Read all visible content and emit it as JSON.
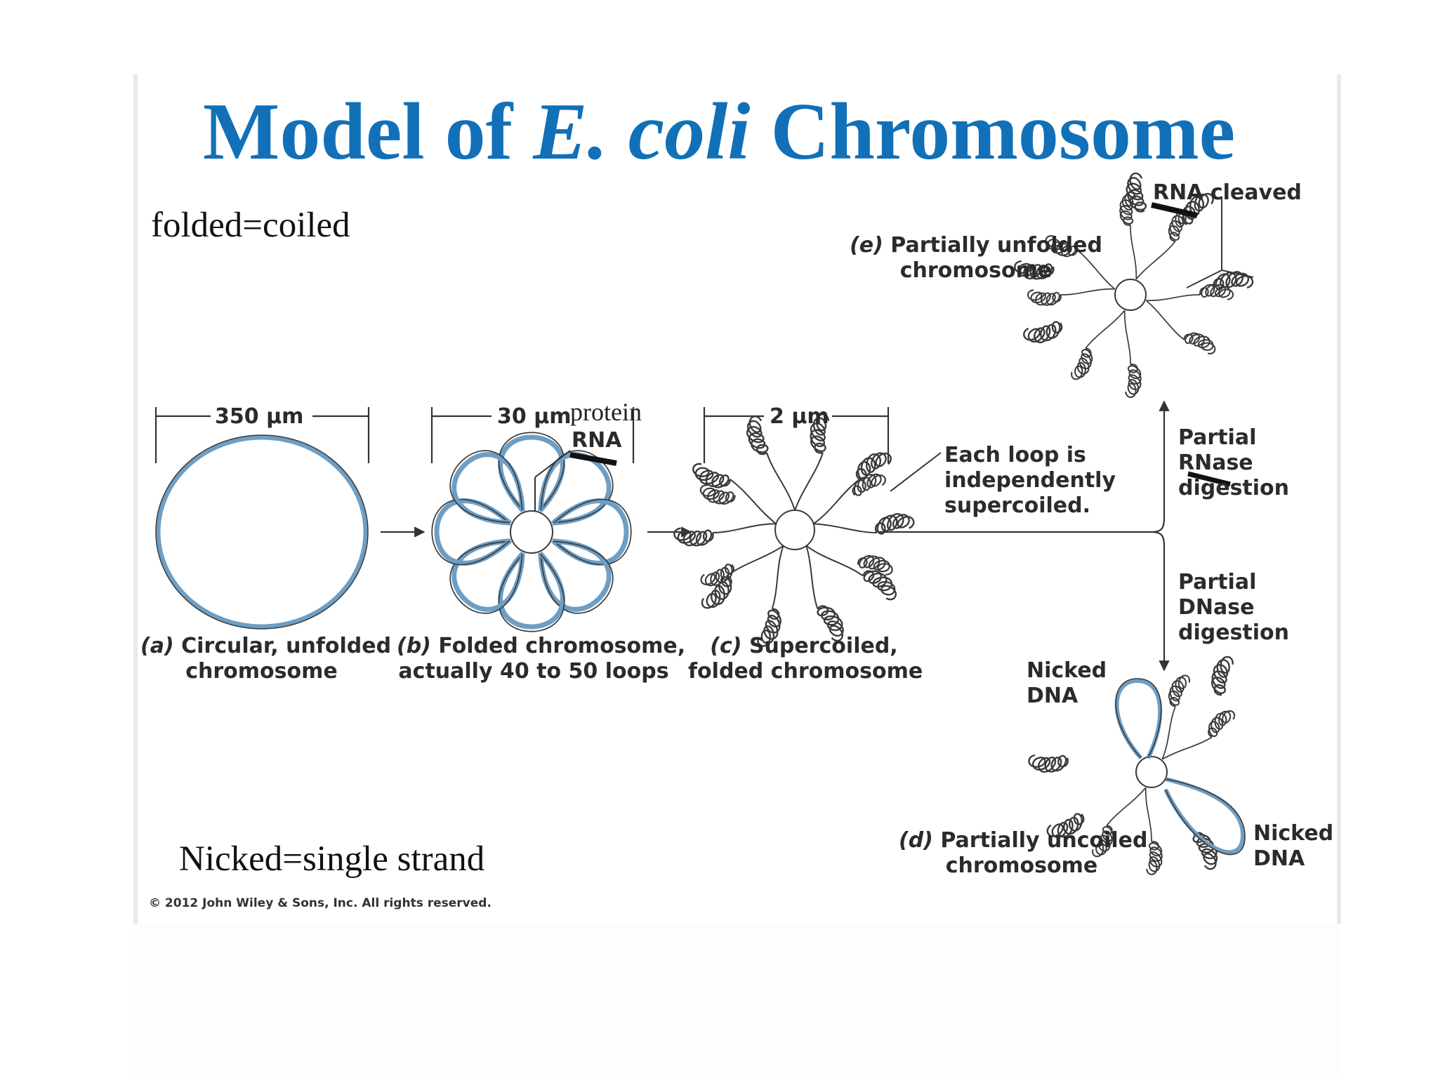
{
  "title": {
    "part1": "Model of ",
    "italic": "E. coli",
    "part2": " Chromosome"
  },
  "notes": {
    "folded": "folded=coiled",
    "nicked": "Nicked=single strand"
  },
  "copyright": "© 2012 John Wiley & Sons, Inc. All rights reserved.",
  "panels": {
    "a": {
      "letter": "(a)",
      "line1": " Circular, unfolded",
      "line2": "chromosome",
      "scale": "350 µm"
    },
    "b": {
      "letter": "(b)",
      "line1": " Folded chromosome,",
      "line2": "actually 40 to 50 loops",
      "scale": "30 µm"
    },
    "c": {
      "letter": "(c)",
      "line1": " Supercoiled,",
      "line2": "folded chromosome",
      "scale": "2 µm"
    },
    "d": {
      "letter": "(d)",
      "line1": " Partially uncoiled",
      "line2": "chromosome"
    },
    "e": {
      "letter": "(e)",
      "line1": " Partially unfolded",
      "line2": "chromosome"
    }
  },
  "labels": {
    "protein": "protein",
    "rna": "RNA",
    "rna_cleaved": "RNA cleaved",
    "loop_note": [
      "Each loop is",
      "independently",
      "supercoiled."
    ],
    "rnase": [
      "Partial",
      "RNase",
      "digestion"
    ],
    "dnase": [
      "Partial",
      "DNase",
      "digestion"
    ],
    "nicked_dna_top": [
      "Nicked",
      "DNA"
    ],
    "nicked_dna_bottom": [
      "Nicked",
      "DNA"
    ]
  },
  "colors": {
    "title": "#1170b8",
    "dna_blue": "#6e9ec4",
    "ink": "#2b2b2b"
  }
}
